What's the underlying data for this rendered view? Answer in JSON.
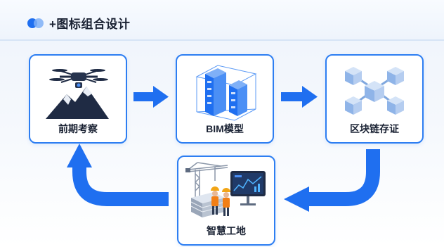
{
  "header": {
    "title": "+图标组合设计",
    "icon": "blue-double-circle-icon"
  },
  "steps": [
    {
      "id": "survey",
      "label": "前期考察",
      "icon": "drone-mountain-icon"
    },
    {
      "id": "bim",
      "label": "BIM模型",
      "icon": "building-wireframe-icon"
    },
    {
      "id": "chain",
      "label": "区块链存证",
      "icon": "blockchain-cubes-icon"
    },
    {
      "id": "site",
      "label": "智慧工地",
      "icon": "construction-site-icon"
    }
  ],
  "colors": {
    "accent": "#2d7ef2",
    "arrow": "#1f6ff0",
    "card_border": "#2d7ef2",
    "text": "#1a2233",
    "header_bg": "#eef4fc"
  }
}
